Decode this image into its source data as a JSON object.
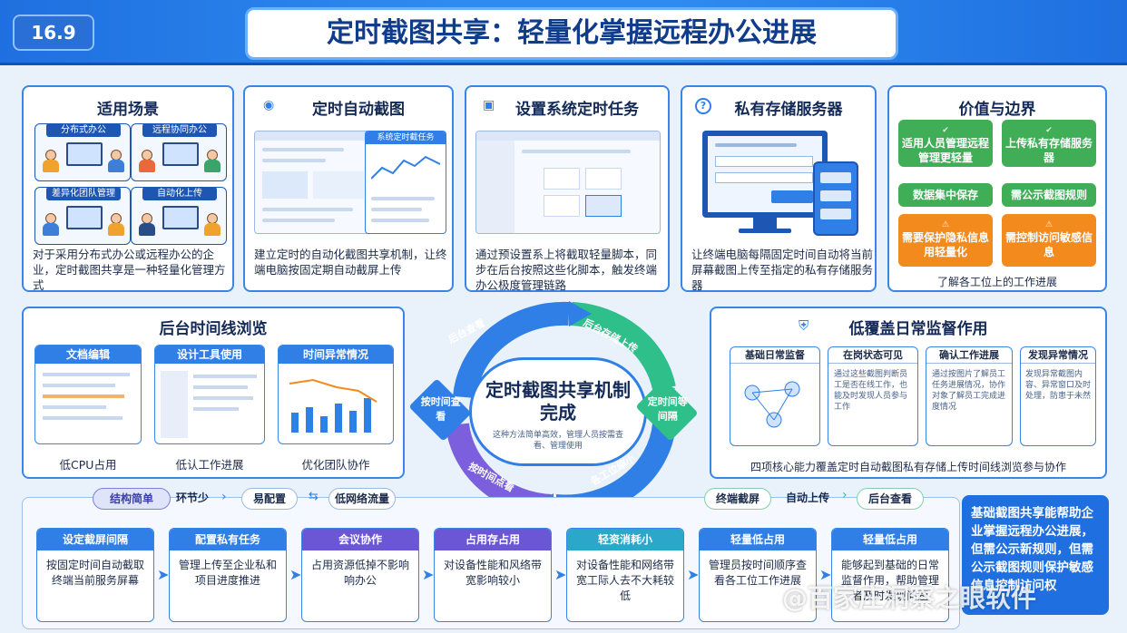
{
  "header": {
    "version": "16.9",
    "title": "定时截图共享：轻量化掌握远程办公进展"
  },
  "scenarios": {
    "title": "适用场景",
    "tags": [
      "分布式办公",
      "远程协同办公",
      "差异化团队管理",
      "自动化上传"
    ],
    "desc": "对于采用分布式办公或远程办公的企业，定时截图共享是一种轻量化管理方式"
  },
  "auto_capture": {
    "title": "定时自动截图",
    "popup_title": "系统定时截任务",
    "desc": "建立定时的自动化截图共享机制，让终端电脑按固定期自动截屏上传"
  },
  "task": {
    "title": "设置系统定时任务",
    "desc": "通过预设置系上将截取轻量脚本，同步在后台按照这些化脚本，触发终端办公极度管理链路"
  },
  "storage": {
    "title": "私有存储服务器",
    "desc": "让终端电脑每隔固定时间自动将当前屏幕截图上传至指定的私有存储服务器"
  },
  "value": {
    "title": "价值与边界",
    "green": [
      "适用人员管理远程管理更轻量",
      "上传私有存储服务器",
      "数据集中保存",
      "需公示截图规则"
    ],
    "orange": [
      "需要保护隐私信息用轻量化",
      "需控制访问敏感信息"
    ],
    "footer": "了解各工位上的工作进展"
  },
  "timeline": {
    "title": "后台时间线浏览",
    "cards": [
      {
        "head": "文档编辑",
        "caption": "低CPU占用"
      },
      {
        "head": "设计工具使用",
        "caption": "低认工作进展"
      },
      {
        "head": "时间异常情况",
        "caption": "优化团队协作"
      }
    ]
  },
  "cycle": {
    "center_title": "定时截图共享机制完成",
    "center_sub": "这种方法简单高效，管理人员按需查看、管理使用",
    "arcs": [
      "后台存储上传",
      "定时间等间隔",
      "各工位缩小",
      "按时间点看",
      "按时间查看",
      "后台查看"
    ],
    "left_node": "按时间查看",
    "right_node": "定时间等间隔"
  },
  "monitoring": {
    "title": "低覆盖日常监督作用",
    "cards": [
      {
        "head": "基础日常监督",
        "body": ""
      },
      {
        "head": "在岗状态可见",
        "body": "通过这些截图判断员工是否在线工作，也能及时发现人员参与工作"
      },
      {
        "head": "确认工作进展",
        "body": "通过按图片了解员工任务进展情况，协作对象了解员工完成进度情况"
      },
      {
        "head": "发现异常情况",
        "body": "发现异常截图内容、异常窗口及时处理，防患于未然"
      }
    ],
    "footer": "四项核心能力覆盖定时自动截图私有存储上传时间线浏览参与协作"
  },
  "flow_top": {
    "left": [
      "结构简单",
      "环节少",
      "易配置",
      "低网络流量"
    ],
    "right": [
      "终端截屏",
      "自动上传",
      "后台查看"
    ]
  },
  "steps": [
    {
      "head": "设定截屏间隔",
      "body": "按固定时间自动截取终端当前服务屏幕",
      "color": "#2f7fe6"
    },
    {
      "head": "配置私有任务",
      "body": "管理上传至企业私和项目进度推进",
      "color": "#2f7fe6"
    },
    {
      "head": "会议协作",
      "body": "占用资源低掉不影响响办公",
      "color": "#6b57d6"
    },
    {
      "head": "占用存占用",
      "body": "对设备性能和风络带宽影响较小",
      "color": "#6b57d6"
    },
    {
      "head": "轻资消耗小",
      "body": "对设备性能和网络带宽工际人去不大耗较低",
      "color": "#2aa7c9"
    },
    {
      "head": "轻量低占用",
      "body": "管理员按时间顺序查看各工位工作进展",
      "color": "#2f7fe6"
    },
    {
      "head": "轻量低占用",
      "body": "能够起到基础的日常监督作用，帮助管理者及时发现问题",
      "color": "#2f7fe6"
    }
  ],
  "summary": "基础截图共享能帮助企业掌握远程办公进展，但需公示新规则，但需公示截图规则保护敏感信息控制访问权",
  "watermark": "@百家庄洞察之眼软件"
}
